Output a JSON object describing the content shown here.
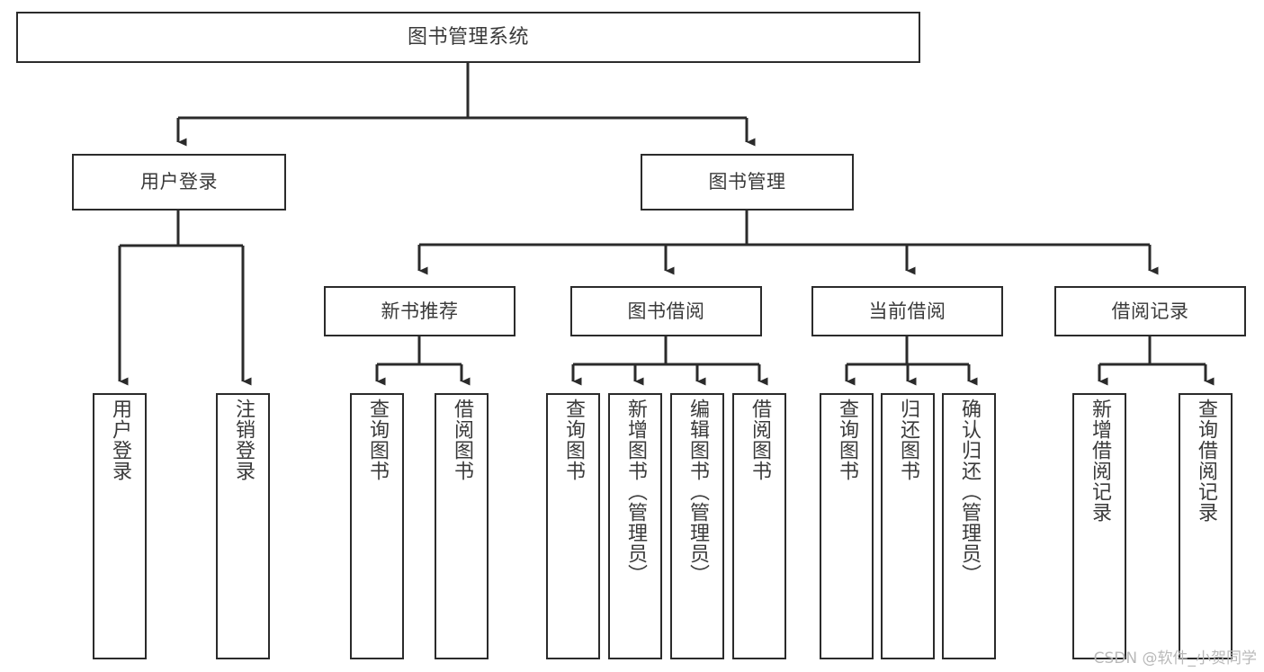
{
  "diagram": {
    "title": "图书管理系统",
    "type": "tree",
    "watermark": "CSDN @软件_小贺同学",
    "colors": {
      "border": "#2b2b2b",
      "text": "#3a3a3a",
      "background": "#ffffff",
      "connector": "#2b2b2b",
      "watermark": "#b9b9b9"
    },
    "nodes": {
      "root": {
        "label": "图书管理系统",
        "level": 1,
        "orientation": "horizontal"
      },
      "user_login": {
        "label": "用户登录",
        "level": 2,
        "orientation": "horizontal"
      },
      "book_manage": {
        "label": "图书管理",
        "level": 2,
        "orientation": "horizontal"
      },
      "new_book_rec": {
        "label": "新书推荐",
        "level": 3,
        "orientation": "horizontal"
      },
      "book_borrow": {
        "label": "图书借阅",
        "level": 3,
        "orientation": "horizontal"
      },
      "current_borrow": {
        "label": "当前借阅",
        "level": 3,
        "orientation": "horizontal"
      },
      "borrow_record": {
        "label": "借阅记录",
        "level": 3,
        "orientation": "horizontal"
      },
      "leaf_user_login": {
        "label": "用户登录",
        "level": 4,
        "orientation": "vertical"
      },
      "leaf_logout": {
        "label": "注销登录",
        "level": 4,
        "orientation": "vertical"
      },
      "leaf_query_book_1": {
        "label": "查询图书",
        "level": 4,
        "orientation": "vertical"
      },
      "leaf_borrow_book_1": {
        "label": "借阅图书",
        "level": 4,
        "orientation": "vertical"
      },
      "leaf_query_book_2": {
        "label": "查询图书",
        "level": 4,
        "orientation": "vertical"
      },
      "leaf_add_book": {
        "label": "新增图书（管理员）",
        "level": 4,
        "orientation": "vertical"
      },
      "leaf_edit_book": {
        "label": "编辑图书（管理员）",
        "level": 4,
        "orientation": "vertical"
      },
      "leaf_borrow_book_2": {
        "label": "借阅图书",
        "level": 4,
        "orientation": "vertical"
      },
      "leaf_query_book_3": {
        "label": "查询图书",
        "level": 4,
        "orientation": "vertical"
      },
      "leaf_return_book": {
        "label": "归还图书",
        "level": 4,
        "orientation": "vertical"
      },
      "leaf_confirm_return": {
        "label": "确认归还（管理员）",
        "level": 4,
        "orientation": "vertical"
      },
      "leaf_add_record": {
        "label": "新增借阅记录",
        "level": 4,
        "orientation": "vertical"
      },
      "leaf_query_record": {
        "label": "查询借阅记录",
        "level": 4,
        "orientation": "vertical"
      }
    },
    "edges": [
      {
        "from": "root",
        "to": "user_login"
      },
      {
        "from": "root",
        "to": "book_manage"
      },
      {
        "from": "user_login",
        "to": "leaf_user_login"
      },
      {
        "from": "user_login",
        "to": "leaf_logout"
      },
      {
        "from": "book_manage",
        "to": "new_book_rec"
      },
      {
        "from": "book_manage",
        "to": "book_borrow"
      },
      {
        "from": "book_manage",
        "to": "current_borrow"
      },
      {
        "from": "book_manage",
        "to": "borrow_record"
      },
      {
        "from": "new_book_rec",
        "to": "leaf_query_book_1"
      },
      {
        "from": "new_book_rec",
        "to": "leaf_borrow_book_1"
      },
      {
        "from": "book_borrow",
        "to": "leaf_query_book_2"
      },
      {
        "from": "book_borrow",
        "to": "leaf_add_book"
      },
      {
        "from": "book_borrow",
        "to": "leaf_edit_book"
      },
      {
        "from": "book_borrow",
        "to": "leaf_borrow_book_2"
      },
      {
        "from": "current_borrow",
        "to": "leaf_query_book_3"
      },
      {
        "from": "current_borrow",
        "to": "leaf_return_book"
      },
      {
        "from": "current_borrow",
        "to": "leaf_confirm_return"
      },
      {
        "from": "borrow_record",
        "to": "leaf_add_record"
      },
      {
        "from": "borrow_record",
        "to": "leaf_query_record"
      }
    ]
  }
}
